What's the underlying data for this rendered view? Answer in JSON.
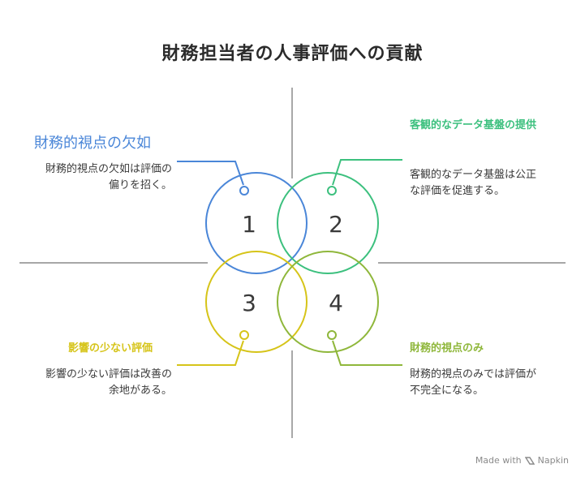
{
  "title": "財務担当者の人事評価への貢献",
  "quadrants": [
    {
      "number": "1",
      "heading": "財務的視点の欠如",
      "description": "財務的視点の欠如は評価の偏りを招く。",
      "color": "#4a86d8"
    },
    {
      "number": "2",
      "heading": "客観的なデータ基盤の提供",
      "description": "客観的なデータ基盤は公正な評価を促進する。",
      "color": "#3cc07e"
    },
    {
      "number": "3",
      "heading": "影響の少ない評価",
      "description": "影響の少ない評価は改善の余地がある。",
      "color": "#d6c419"
    },
    {
      "number": "4",
      "heading": "財務的視点のみ",
      "description": "財務的視点のみでは評価が不完全になる。",
      "color": "#8fb73b"
    }
  ],
  "footer": {
    "made_with": "Made with",
    "brand": "Napkin"
  }
}
